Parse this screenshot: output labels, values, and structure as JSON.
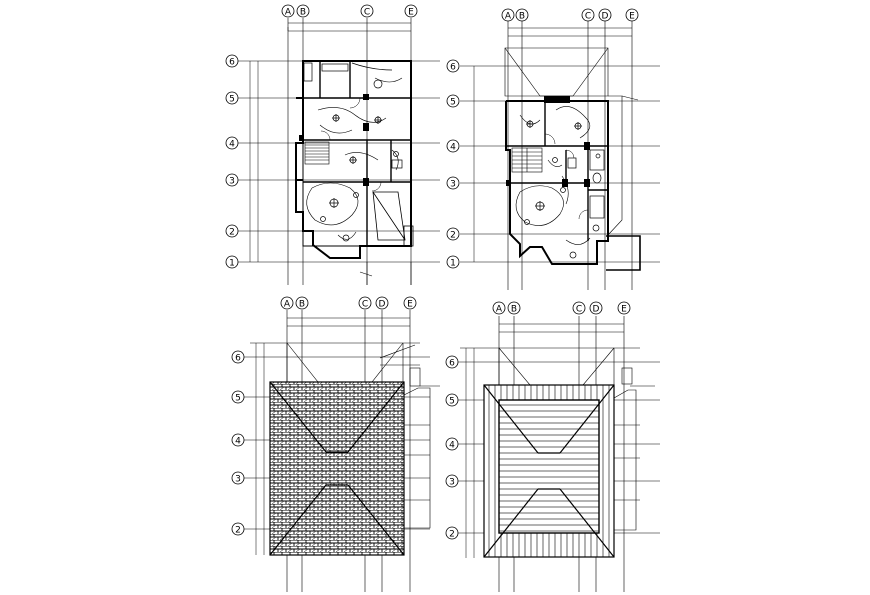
{
  "drawing": {
    "panels": [
      {
        "id": "ground-floor-electrical",
        "col_labels": [
          "A",
          "B",
          "C",
          "E"
        ],
        "row_labels": [
          "6",
          "5",
          "4",
          "3",
          "2",
          "1"
        ]
      },
      {
        "id": "first-floor-electrical",
        "col_labels": [
          "A",
          "B",
          "C",
          "D",
          "E"
        ],
        "row_labels": [
          "6",
          "5",
          "4",
          "3",
          "2",
          "1"
        ]
      },
      {
        "id": "roof-tile-plan",
        "col_labels": [
          "A",
          "B",
          "C",
          "D",
          "E"
        ],
        "row_labels": [
          "6",
          "5",
          "4",
          "3",
          "2"
        ]
      },
      {
        "id": "roof-framing-plan",
        "col_labels": [
          "A",
          "B",
          "C",
          "D",
          "E"
        ],
        "row_labels": [
          "6",
          "5",
          "4",
          "3",
          "2"
        ]
      }
    ]
  },
  "colors": {
    "ink": "#000000",
    "paper": "#ffffff"
  }
}
